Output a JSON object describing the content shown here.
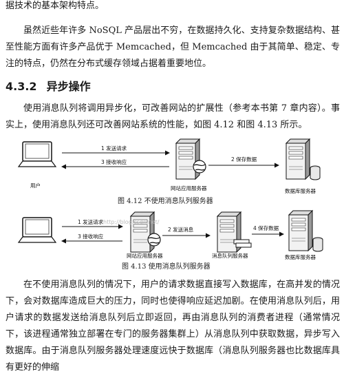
{
  "intro_line": "据技术的基本架构特点。",
  "para1": "虽然近些年许多 NoSQL 产品层出不穷，在数据持久化、支持复杂数据结构、甚至性能方面有许多产品优于 Memcached，但 Memcached 由于其简单、稳定、专注的特点，仍然在分布式缓存领域占据着重要地位。",
  "section": {
    "number": "4.3.2",
    "title": "异步操作"
  },
  "para2": "使用消息队列将调用异步化，可改善网站的扩展性（参考本书第 7 章内容）。事实上，使用消息队列还可改善网站系统的性能，如图 4.12 和图 4.13 所示。",
  "fig1": {
    "user": "用户",
    "send_request": "1 发送请求",
    "receive_response": "3 接收响应",
    "app_server": "网站应用服务器",
    "save_data": "2 保存数据",
    "db_server": "数据库服务器",
    "caption": "图 4.12    不使用消息队列服务器"
  },
  "fig2": {
    "send_request": "1 发送请求",
    "receive_response": "3 接收响应",
    "app_server": "网站应用服务器",
    "send_message": "2 发送消息",
    "mq_server": "消息队列服务器",
    "save_data": "4 保存数据",
    "db_server": "数据库服务器",
    "caption": "图 4.13    使用消息队列服务器"
  },
  "para3": "在不使用消息队列的情况下，用户的请求数据直接写入数据库，在高并发的情况下，会对数据库造成巨大的压力，同时也使得响应延迟加剧。在使用消息队列后，用户请求的数据发送给消息队列后立即返回，再由消息队列的消费者进程（通常情况下，该进程通常独立部署在专门的服务器集群上）从消息队列中获取数据，异步写入数据库。由于消息队列服务器处理速度远快于数据库（消息队列服务器也比数据库具有更好的伸缩",
  "watermark": "http://blog.csdn.net/"
}
